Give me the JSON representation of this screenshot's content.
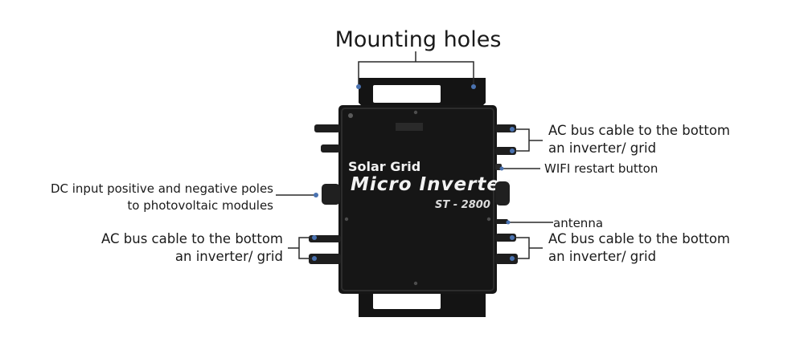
{
  "labels": {
    "mounting_holes": "Mounting holes",
    "ac_top_right": [
      "AC bus cable to the bottom",
      "an inverter/ grid"
    ],
    "wifi": "WIFI restart button",
    "dc_input": [
      "DC input positive and negative poles",
      "to photovoltaic modules"
    ],
    "antenna": "antenna",
    "ac_bottom_left": [
      "AC bus cable to the bottom",
      "an inverter/ grid"
    ],
    "ac_bottom_right": [
      "AC bus cable to the bottom",
      "an inverter/ grid"
    ]
  },
  "device": {
    "brand_line1": "Solar Grid",
    "brand_line2": "Micro Inverter",
    "model": "ST - 2800"
  },
  "colors": {
    "leader_line": "#4a72b0",
    "body": "#161616",
    "background": "#ffffff"
  }
}
